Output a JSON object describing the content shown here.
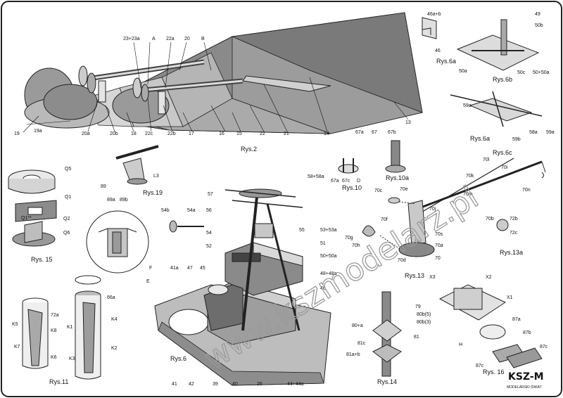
{
  "watermark": "www.kszmodelarz.pl",
  "logo": {
    "brand": "KSZ-M",
    "tagline": "MODELARSKI ŚWIAT"
  },
  "captions": {
    "rys2": "Rys.2",
    "rys6": "Rys.6",
    "rys6a_top": "Rys.6a",
    "rys6b": "Rys.6b",
    "rys6a_mid": "Rys.6a",
    "rys6c": "Rys.6c",
    "rys10": "Rys.10",
    "rys10a": "Rys.10a",
    "rys11": "Rys.11",
    "rys13": "Rys.13",
    "rys13a": "Rys.13a",
    "rys14": "Rys.14",
    "rys15": "Rys. 15",
    "rys16": "Rys. 16",
    "rys19": "Rys.19"
  },
  "hull_labels": {
    "l23_23a": "23+23a",
    "lA": "A",
    "l22a": "22a",
    "l20": "20",
    "lB": "B",
    "l19": "19",
    "l19a": "19a",
    "l20a": "20a",
    "l20b": "20b",
    "l18": "18",
    "l22c": "22c",
    "l22b": "22b",
    "l17": "17",
    "l16": "16",
    "l15": "15",
    "l22": "22",
    "l21": "21",
    "l14": "14",
    "l13": "13"
  },
  "deck_labels": {
    "l57": "57",
    "l56": "56",
    "l55": "55",
    "l54": "54",
    "l53": "53+53a",
    "l51": "51",
    "l50": "50+50a",
    "l48": "48+48a",
    "l46": "46",
    "l52": "52",
    "l47": "47",
    "l45": "45",
    "l41": "41",
    "l42": "42",
    "l39": "39",
    "l40": "40",
    "l26": "26",
    "l44": "44+44a",
    "l54b": "54b",
    "l54a": "54a",
    "lE": "E",
    "lF": "F",
    "l41a": "41a"
  },
  "part_labels": {
    "l46ab": "46a+b",
    "l46": "46",
    "l49": "49",
    "l50b": "50b",
    "l50a": "50a",
    "l50c": "50c",
    "l50_50a": "50+50a",
    "l59a": "59a",
    "l58a": "58a",
    "l59b": "59b",
    "l67a": "67a",
    "l67": "67",
    "l67b": "67b",
    "l58_58a": "58+58a",
    "l67a2": "67a",
    "l67c": "67c",
    "lD": "D",
    "l70l": "70l",
    "l70i": "70i",
    "l70k": "70k",
    "l70m": "70m",
    "l70n": "70n",
    "l70c": "70c",
    "l70e": "70e",
    "l70j": "70j",
    "l70f": "70f",
    "l70s": "70s",
    "l70d": "70d",
    "l70h": "70h",
    "l70a": "70a",
    "l70g": "70g",
    "l70b": "70b",
    "l70_": "70",
    "l72b": "72b",
    "l72c": "72c",
    "l89": "89",
    "l89a": "89a",
    "l89b": "89b",
    "lL3": "L3",
    "lQ5": "Q5",
    "lQ1": "Q1",
    "lQ2": "Q2",
    "lQ6": "Q6",
    "lQ1s": "Q1**",
    "l72a": "72a",
    "lK5": "K5",
    "lK8": "K8",
    "lK7": "K7",
    "lK6": "K6",
    "l66a": "66a",
    "lK1": "K1",
    "lK4": "K4",
    "lK2": "K2",
    "lK3": "K3",
    "l80a": "80+a",
    "l79": "79",
    "l80b5": "80b(5)",
    "l80b3": "80b(3)",
    "l81": "81",
    "l81c": "81c",
    "l81ab": "81a+b",
    "lX3": "X3",
    "lX2": "X2",
    "lX1": "X1",
    "l87a": "87a",
    "lH": "H",
    "l87b": "87b",
    "l87c": "87c",
    "l87d": "87c"
  }
}
